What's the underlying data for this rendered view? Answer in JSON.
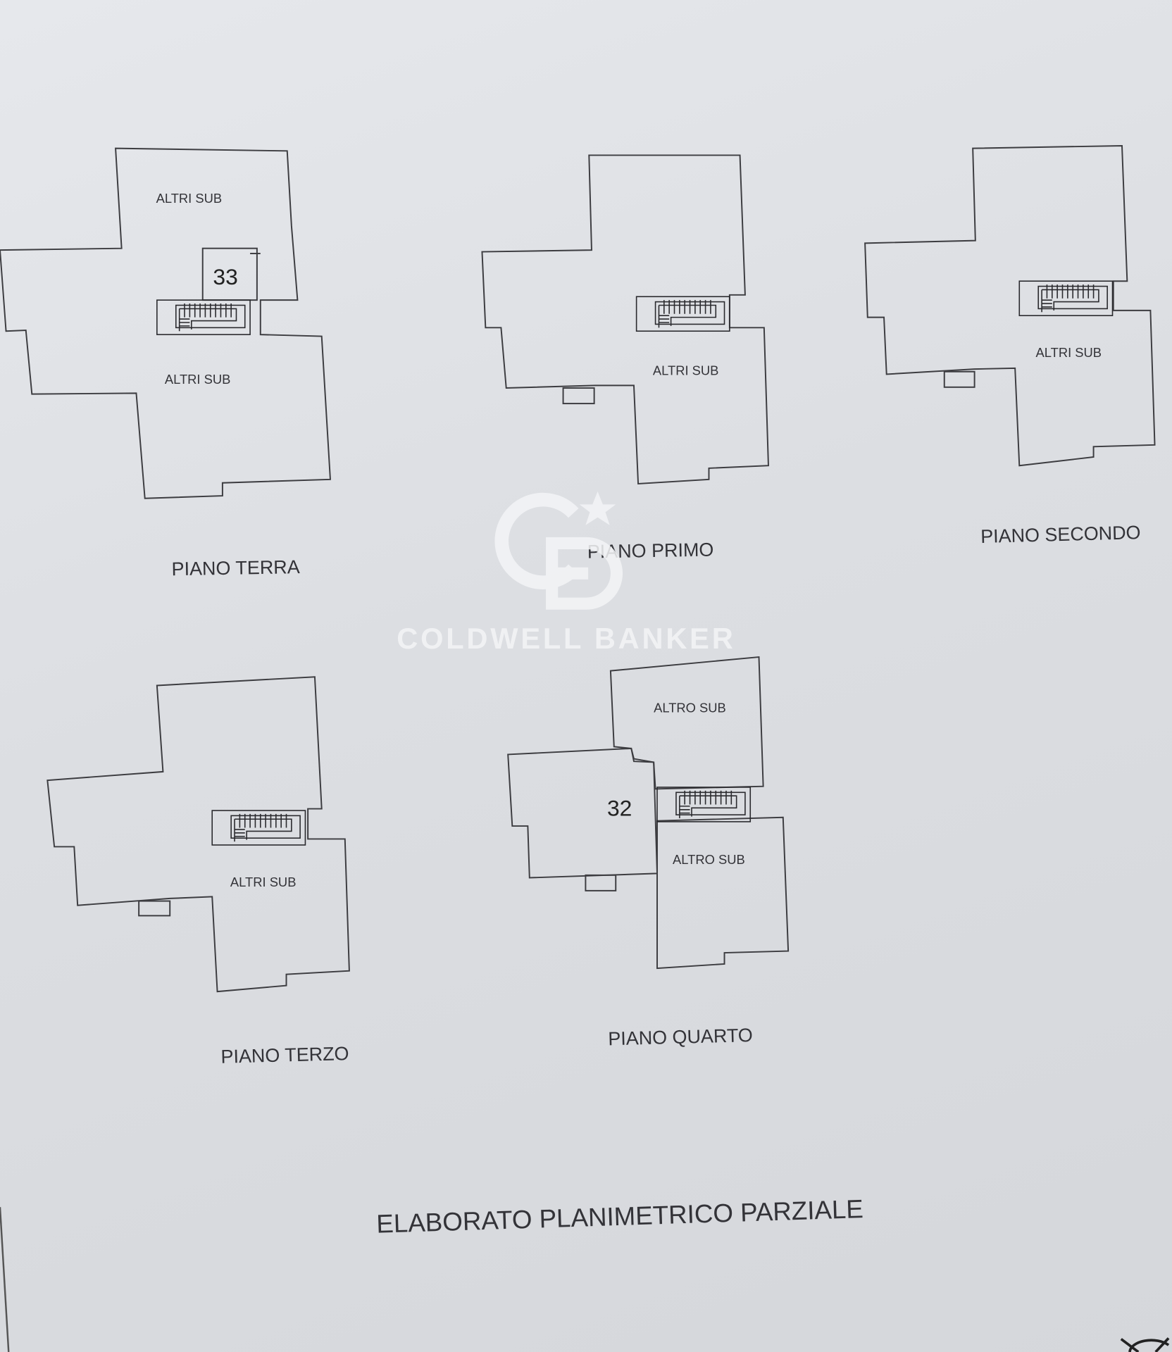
{
  "document": {
    "title": "ELABORATO PLANIMETRICO PARZIALE",
    "floors": [
      {
        "name": "PIANO TERRA",
        "rooms": [
          "ALTRI SUB",
          "ALTRI SUB"
        ],
        "unit": "33"
      },
      {
        "name": "PIANO PRIMO",
        "rooms": [
          "ALTRI SUB"
        ]
      },
      {
        "name": "PIANO SECONDO",
        "rooms": [
          "ALTRI SUB"
        ]
      },
      {
        "name": "PIANO TERZO",
        "rooms": [
          "ALTRI SUB"
        ]
      },
      {
        "name": "PIANO QUARTO",
        "rooms": [
          "ALTRO SUB",
          "ALTRO SUB"
        ],
        "unit": "32"
      }
    ]
  },
  "watermark": {
    "brand": "COLDWELL BANKER",
    "monogram": "CB"
  },
  "colors": {
    "paper": "#dfe1e5",
    "ink": "#3c3c40",
    "watermark": "#f4f5f7"
  }
}
